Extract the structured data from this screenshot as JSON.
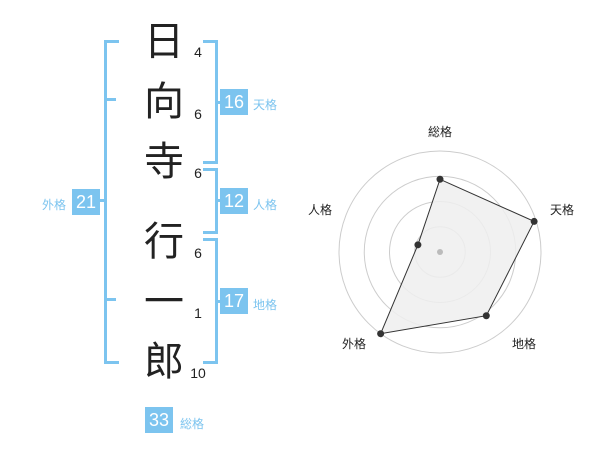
{
  "name": {
    "characters": [
      {
        "char": "日",
        "strokes": "4"
      },
      {
        "char": "向",
        "strokes": "6"
      },
      {
        "char": "寺",
        "strokes": "6"
      },
      {
        "char": "行",
        "strokes": "6"
      },
      {
        "char": "一",
        "strokes": "1"
      },
      {
        "char": "郎",
        "strokes": "10"
      }
    ]
  },
  "fortunes": {
    "tenkaku": {
      "value": "16",
      "label": "天格"
    },
    "jinkaku": {
      "value": "12",
      "label": "人格"
    },
    "chikaku": {
      "value": "17",
      "label": "地格"
    },
    "gaikaku": {
      "value": "21",
      "label": "外格"
    },
    "soukaku": {
      "value": "33",
      "label": "総格"
    }
  },
  "colors": {
    "accent": "#7cc4ef",
    "text": "#222222",
    "radar_fill": "#eeeeee"
  },
  "chart_data": {
    "type": "radar",
    "axes": [
      "総格",
      "天格",
      "地格",
      "外格",
      "人格"
    ],
    "values": [
      0.72,
      0.98,
      0.78,
      1.0,
      0.23
    ],
    "rings": 4,
    "max": 1
  }
}
